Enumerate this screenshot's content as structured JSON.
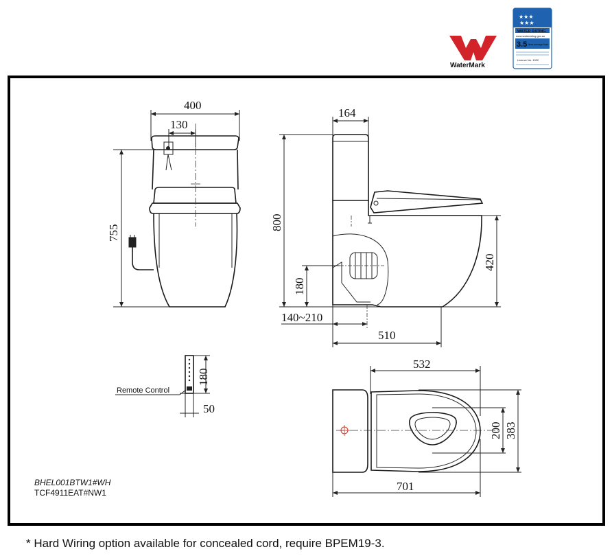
{
  "logos": {
    "watermark": {
      "text": "WaterMark",
      "color": "#d2232a"
    },
    "water_rating": {
      "header": "WATER RATING",
      "url": "www.waterrating.gov.au",
      "value": "3.5",
      "unit": "litres average flush",
      "licence": "Licence No. 1022",
      "color": "#1f63b0"
    }
  },
  "front_view": {
    "width_top": "400",
    "width_tank": "130",
    "height": "755"
  },
  "side_view": {
    "depth_tank": "164",
    "height_total": "800",
    "height_seat": "420",
    "height_outlet": "180",
    "outlet_range": "140~210",
    "depth": "510"
  },
  "remote": {
    "label": "Remote Control",
    "height": "180",
    "width": "50"
  },
  "top_view": {
    "width_seat": "532",
    "bowl_width": "200",
    "overall_width": "383",
    "overall_length": "701"
  },
  "models": {
    "line1": "BHEL001BTW1#WH",
    "line2": "TCF4911EAT#NW1"
  },
  "footnote": "* Hard Wiring option available for concealed cord, require BPEM19-3."
}
